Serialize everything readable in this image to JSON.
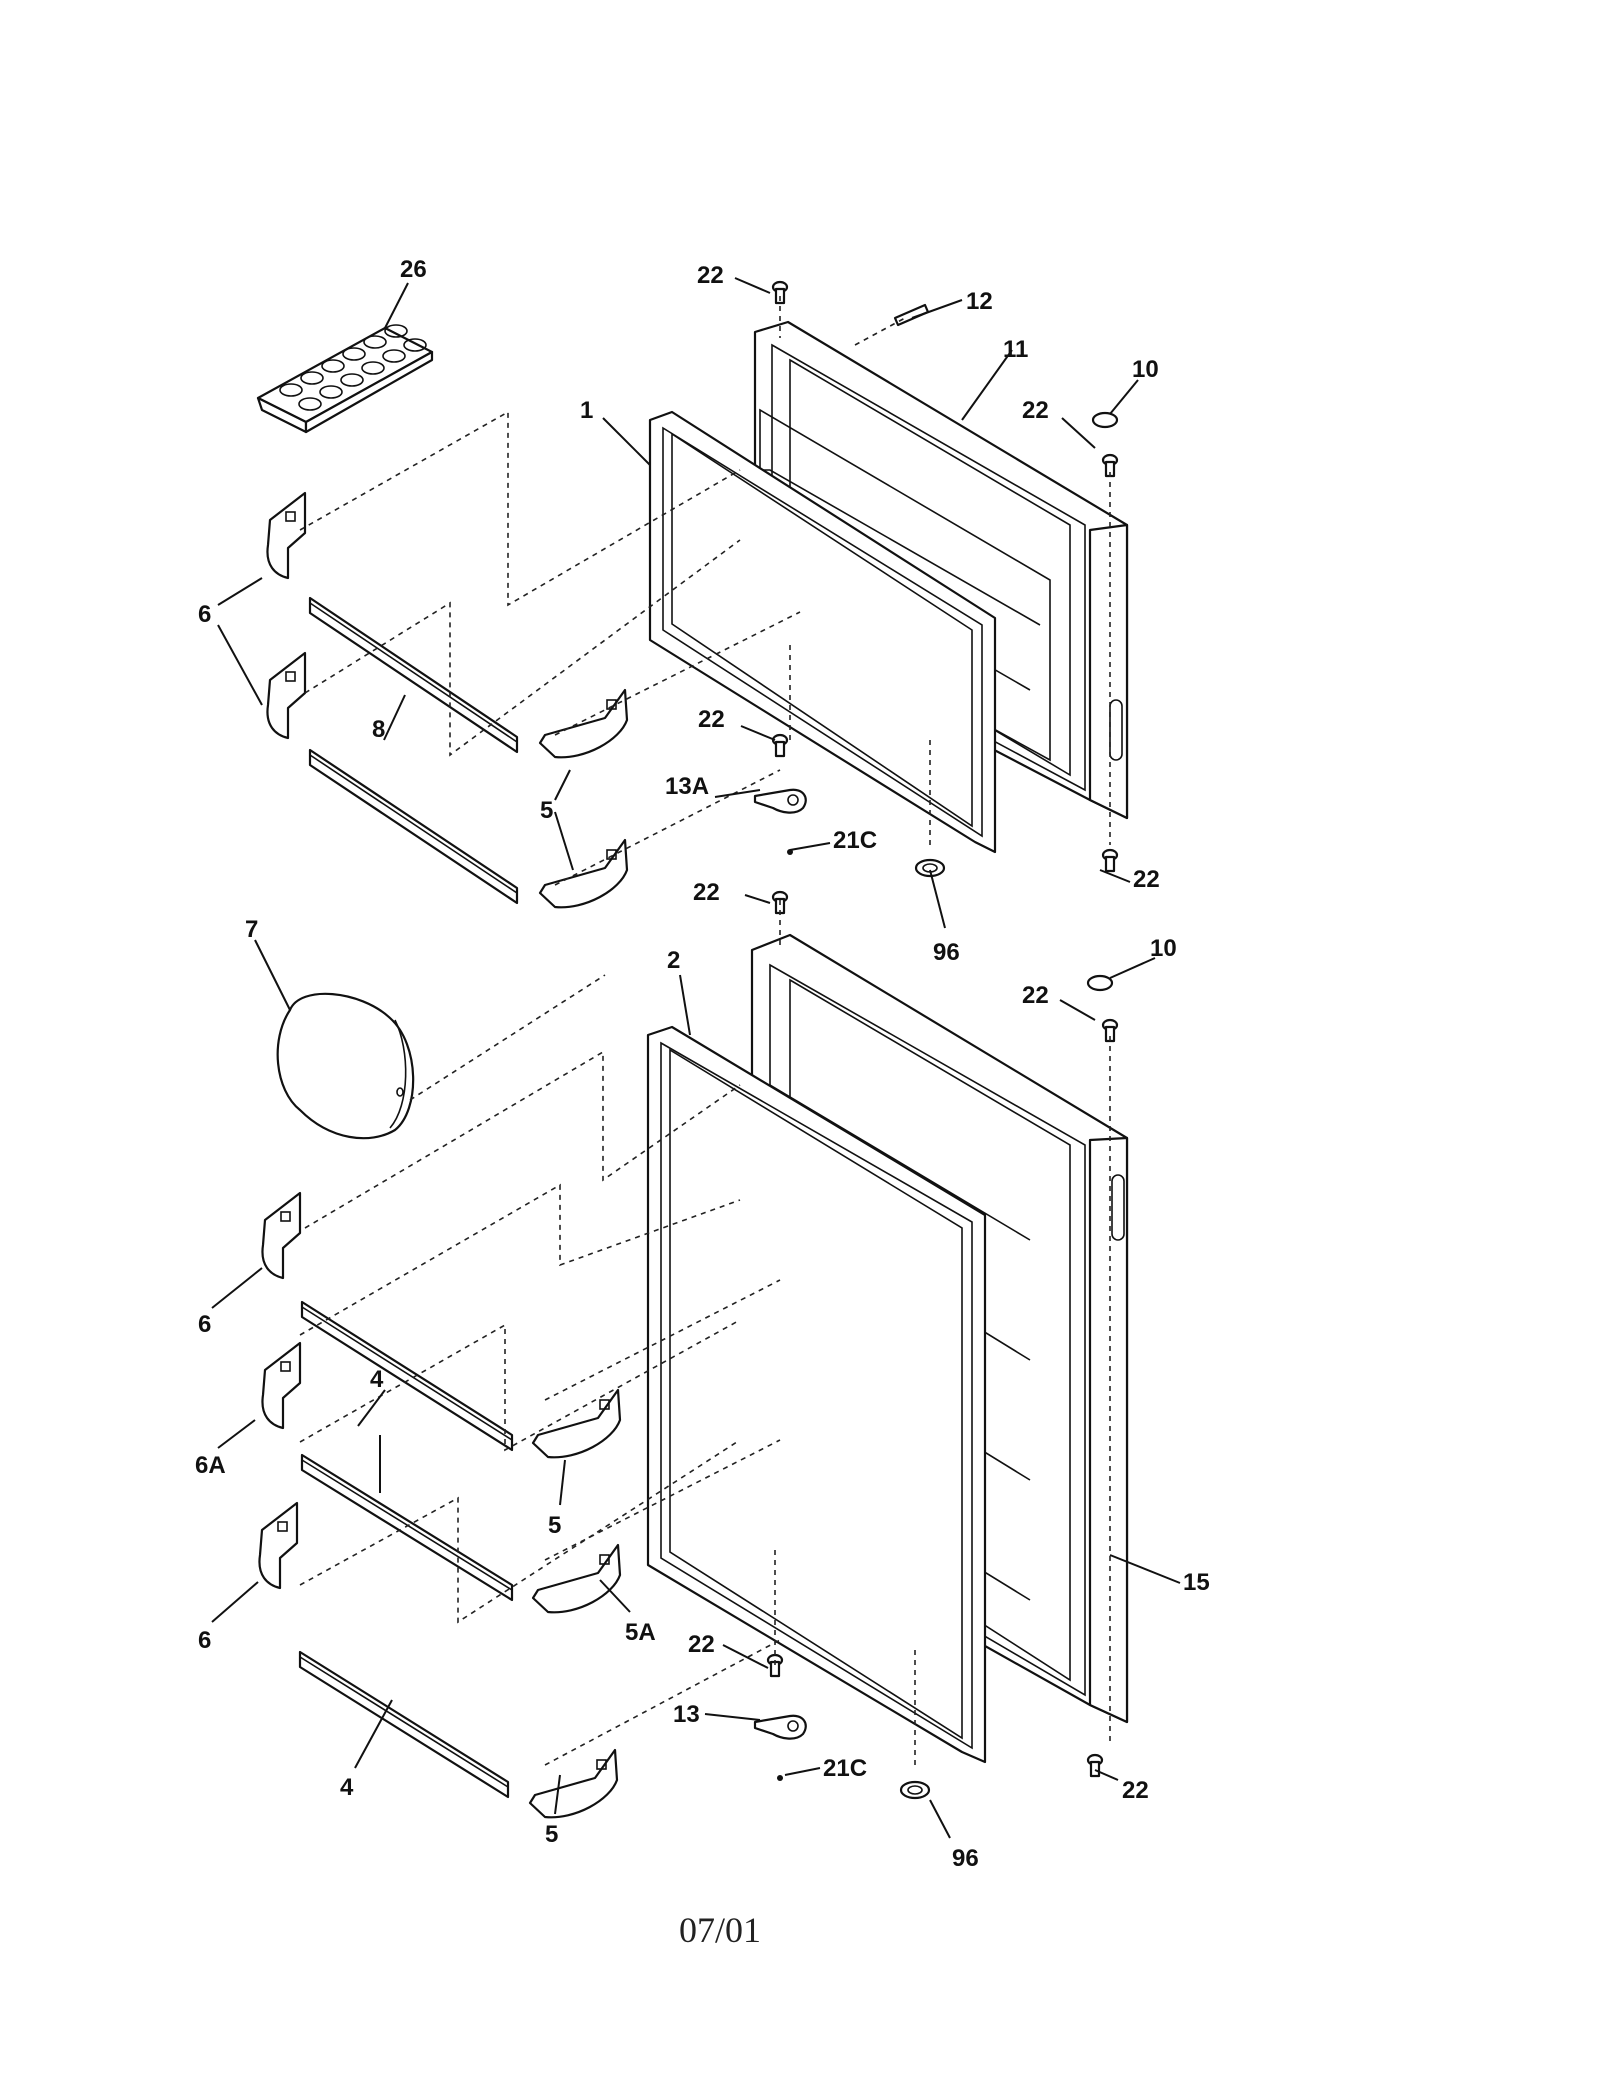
{
  "diagram": {
    "footer_code": "07/01",
    "callouts": {
      "c26": "26",
      "c22a": "22",
      "c12": "12",
      "c11": "11",
      "c10a": "10",
      "c22b": "22",
      "c1": "1",
      "c6a": "6",
      "c6b": "6",
      "c8": "8",
      "c5a": "5",
      "c5b": "5",
      "c22c": "22",
      "c13a": "13A",
      "c21ca": "21C",
      "c22d": "22",
      "c96a": "96",
      "c22e": "22",
      "c7": "7",
      "c2": "2",
      "c10b": "10",
      "c22f": "22",
      "c6c": "6",
      "c6a2": "6A",
      "c4a": "4",
      "c5c": "5",
      "c5a2": "5A",
      "c6d": "6",
      "c4b": "4",
      "c5d": "5",
      "c15": "15",
      "c22g": "22",
      "c13": "13",
      "c21cb": "21C",
      "c22h": "22",
      "c96b": "96"
    }
  }
}
